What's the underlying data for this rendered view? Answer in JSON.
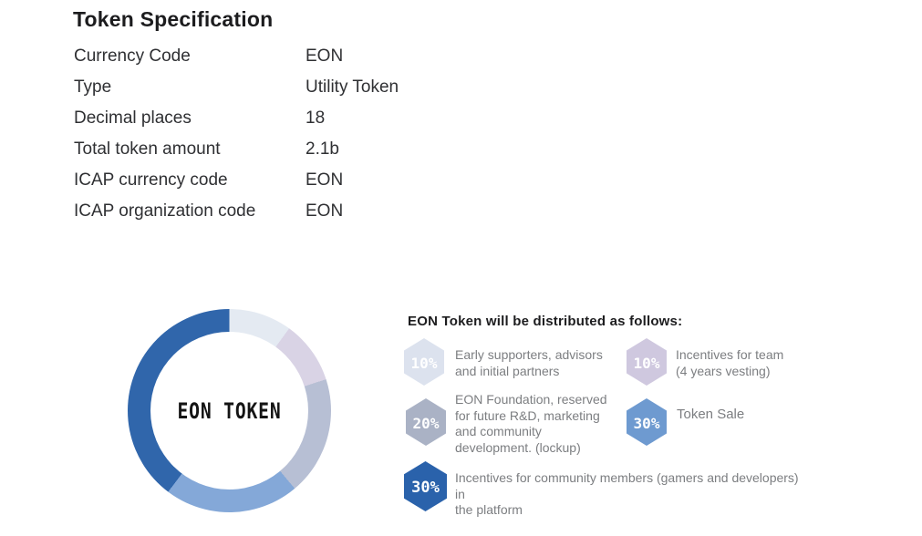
{
  "page": {
    "title": "Token Specification"
  },
  "spec": {
    "rows": [
      {
        "label": "Currency Code",
        "value": "EON"
      },
      {
        "label": "Type",
        "value": "Utility Token"
      },
      {
        "label": "Decimal places",
        "value": "18"
      },
      {
        "label": "Total token amount",
        "value": "2.1b"
      },
      {
        "label": "ICAP currency code",
        "value": "EON"
      },
      {
        "label": "ICAP organization code",
        "value": "EON"
      }
    ]
  },
  "chart": {
    "center_label": "EON TOKEN",
    "heading": "EON Token will be distributed as follows:"
  },
  "chart_data": {
    "type": "pie",
    "subtype": "donut",
    "title": "EON Token will be distributed as follows:",
    "center_label": "EON TOKEN",
    "unit": "%",
    "legend_position": "right",
    "slices": [
      {
        "label": "Early supporters, advisors and initial partners",
        "label_lines": "Early supporters, advisors\nand initial partners",
        "value": 10,
        "percent_label": "10%",
        "color": "#e4eaf2",
        "hex_color": "#dce2ee",
        "start_deg": 0,
        "end_deg": 36
      },
      {
        "label": "Incentives for team (4 years vesting)",
        "label_lines": "Incentives for team\n(4 years vesting)",
        "value": 10,
        "percent_label": "10%",
        "color": "#d9d3e5",
        "hex_color": "#cfc8df",
        "start_deg": 36,
        "end_deg": 72
      },
      {
        "label": "EON Foundation, reserved for future R&D, marketing and community development. (lockup)",
        "label_lines": "EON Foundation, reserved\nfor future R&D, marketing\nand community\ndevelopment. (lockup)",
        "value": 20,
        "percent_label": "20%",
        "color": "#b7bfd4",
        "hex_color": "#aab2c5",
        "start_deg": 72,
        "end_deg": 140
      },
      {
        "label": "Token Sale",
        "label_lines": "Token Sale",
        "value": 30,
        "percent_label": "30%",
        "color": "#84a8d8",
        "hex_color": "#6e9ad0",
        "start_deg": 140,
        "end_deg": 217
      },
      {
        "label": "Incentives for community members (gamers and developers) in the platform",
        "label_lines": "Incentives for community members (gamers and developers) in\nthe platform",
        "value": 30,
        "percent_label": "30%",
        "color": "#3066ab",
        "hex_color": "#2a62ab",
        "start_deg": 217,
        "end_deg": 360
      }
    ]
  }
}
